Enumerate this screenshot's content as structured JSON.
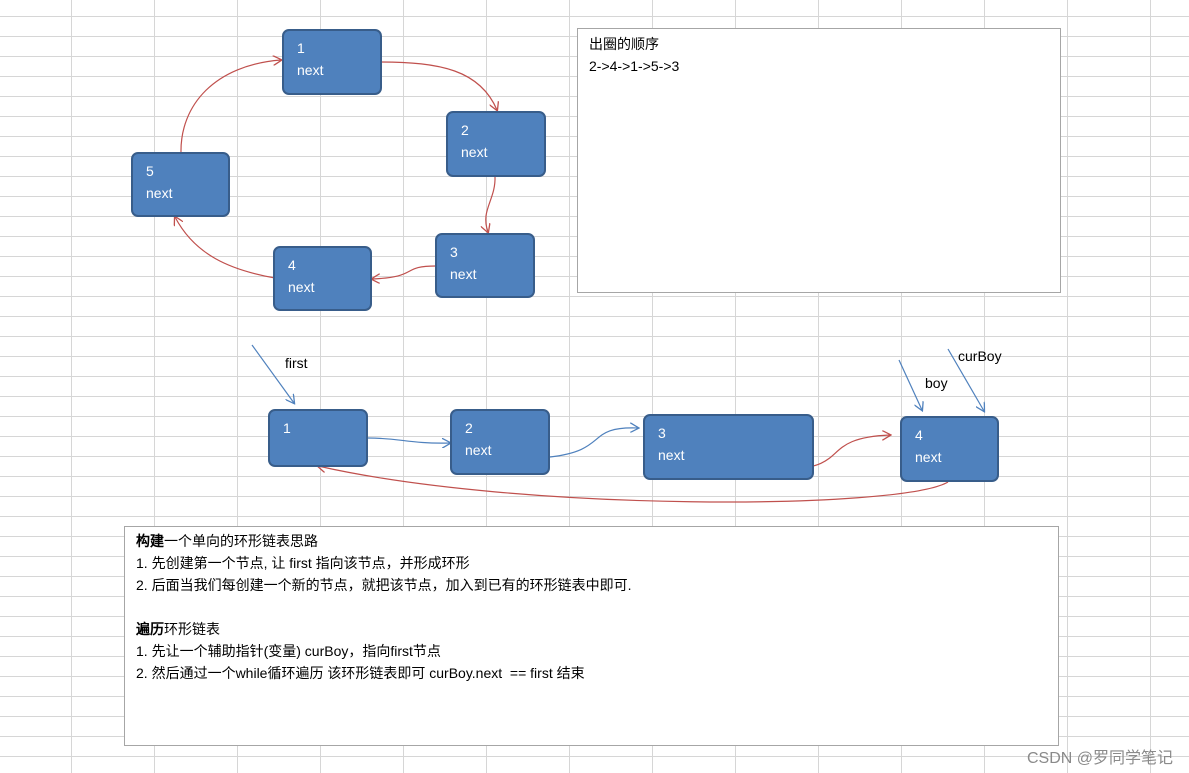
{
  "ring_nodes": [
    {
      "id": "1",
      "ptr": "next"
    },
    {
      "id": "2",
      "ptr": "next"
    },
    {
      "id": "3",
      "ptr": "next"
    },
    {
      "id": "4",
      "ptr": "next"
    },
    {
      "id": "5",
      "ptr": "next"
    }
  ],
  "order_box": {
    "title": "出圈的顺序",
    "sequence": "2->4->1->5->3"
  },
  "list_nodes": [
    {
      "id": "1",
      "ptr": ""
    },
    {
      "id": "2",
      "ptr": "next"
    },
    {
      "id": "3",
      "ptr": "next"
    },
    {
      "id": "4",
      "ptr": "next"
    }
  ],
  "pointer_labels": {
    "first": "first",
    "boy": "boy",
    "cur_boy": "curBoy"
  },
  "notes": {
    "build_heading_bold": "构建",
    "build_heading_rest": "一个单向的环形链表思路",
    "build_step1": "1. 先创建第一个节点, 让 first 指向该节点，并形成环形",
    "build_step2": "2. 后面当我们每创建一个新的节点，就把该节点，加入到已有的环形链表中即可.",
    "traverse_heading_bold": "遍历",
    "traverse_heading_rest": "环形链表",
    "traverse_step1": "1. 先让一个辅助指针(变量) curBoy，指向first节点",
    "traverse_step2": "2. 然后通过一个while循环遍历 该环形链表即可 curBoy.next  == first 结束"
  },
  "watermark": "CSDN @罗同学笔记",
  "colors": {
    "node_fill": "#4f81bd",
    "node_border": "#385d8a",
    "ring_arrow": "#c0504d",
    "list_arrow": "#4f81bd"
  }
}
